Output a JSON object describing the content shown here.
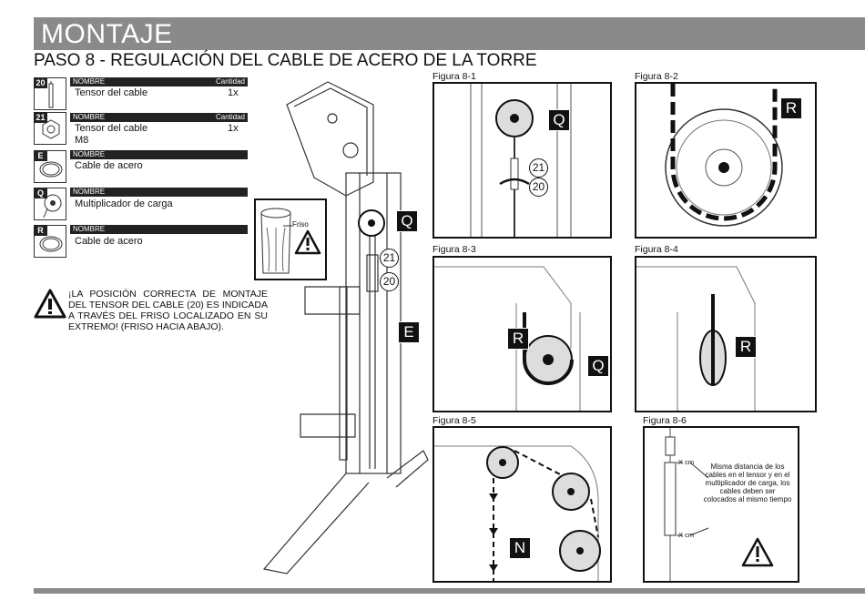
{
  "banner": {
    "title": "MONTAJE"
  },
  "step": {
    "title": "PASO 8 - REGULACIÓN DEL CABLE DE ACERO DE LA TORRE"
  },
  "parts": [
    {
      "id": "20",
      "header": "NOMBRE",
      "qty_header": "Cantidad",
      "name": "Tensor del cable",
      "name2": "",
      "qty": "1x"
    },
    {
      "id": "21",
      "header": "NOMBRE",
      "qty_header": "Cantidad",
      "name": "Tensor del cable",
      "name2": "M8",
      "qty": "1x"
    },
    {
      "id": "E",
      "header": "NOMBRE",
      "qty_header": "",
      "name": "Cable de acero",
      "name2": "",
      "qty": ""
    },
    {
      "id": "Q",
      "header": "NOMBRE",
      "qty_header": "",
      "name": "Multiplicador de carga",
      "name2": "",
      "qty": ""
    },
    {
      "id": "R",
      "header": "NOMBRE",
      "qty_header": "",
      "name": "Cable de acero",
      "name2": "",
      "qty": ""
    }
  ],
  "warning": {
    "text": "¡LA POSICIÓN CORRECTA DE MONTAJE DEL TENSOR DEL CABLE (20) ES INDICADA A TRAVÉS DEL FRISO LOCALIZADO EN SU EXTREMO! (FRISO HACIA ABAJO)."
  },
  "detail": {
    "friso_label": "Friso"
  },
  "main_labels": {
    "q": "Q",
    "c21": "21",
    "c20": "20",
    "e": "E"
  },
  "figures": {
    "f81": {
      "caption": "Figura 8-1",
      "q": "Q",
      "c21": "21",
      "c20": "20"
    },
    "f82": {
      "caption": "Figura 8-2",
      "r": "R"
    },
    "f83": {
      "caption": "Figura 8-3",
      "r": "R",
      "q": "Q"
    },
    "f84": {
      "caption": "Figura 8-4",
      "r": "R"
    },
    "f85": {
      "caption": "Figura 8-5",
      "n": "N"
    },
    "f86": {
      "caption": "Figura 8-6",
      "xcm1": "X cm",
      "xcm2": "X cm",
      "note": "Misma distancia de los cables en el tensor y en el multiplicador de carga, los cables deben ser colocados al mismo tiempo"
    }
  }
}
